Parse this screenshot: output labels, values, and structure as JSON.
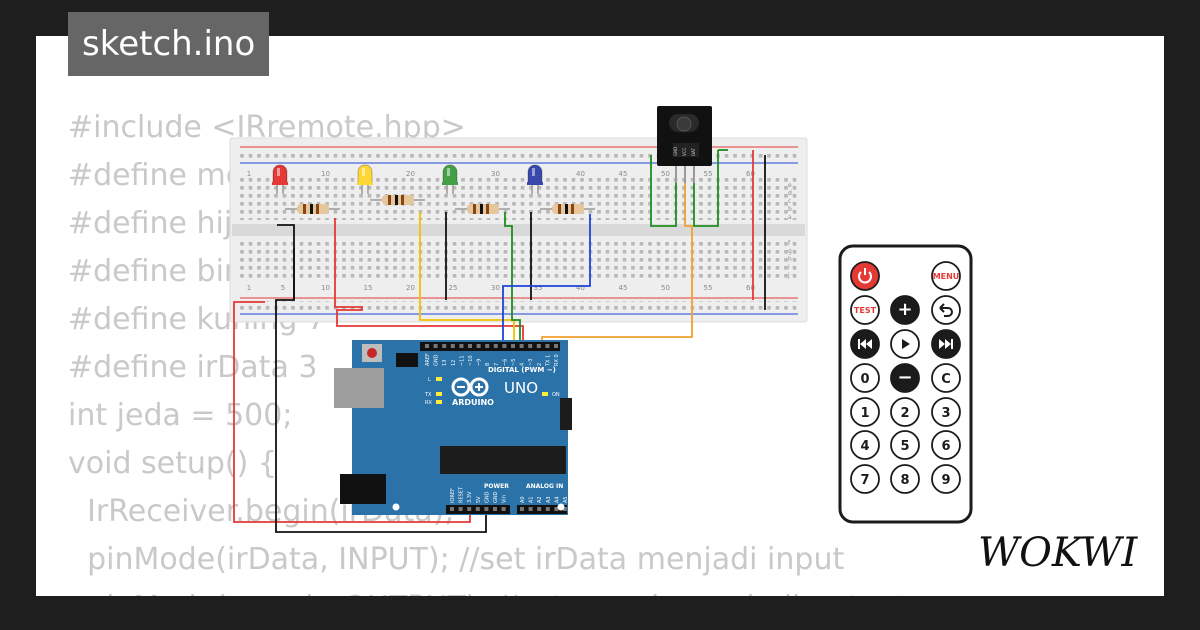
{
  "project": {
    "filename": "sketch.ino",
    "brand": "WOKWI",
    "code_lines": [
      "#include <IRremote.hpp>",
      "#define merah 4",
      "#define hijau 5",
      "#define biru 6",
      "#define kuning 7",
      "#define irData 3",
      "int jeda = 500;",
      "void setup() {",
      "  IrReceiver.begin(irData);",
      "  pinMode(irData, INPUT); //set irData menjadi input",
      "  pinMode(merah, OUTPUT); //set merah menjadi output"
    ]
  },
  "breadboard": {
    "column_numbers": [
      "1",
      "5",
      "10",
      "15",
      "20",
      "25",
      "30",
      "35",
      "40",
      "45",
      "50",
      "55",
      "60"
    ],
    "row_letters_top": [
      "a",
      "b",
      "c",
      "d",
      "e"
    ],
    "row_letters_bottom": [
      "f",
      "g",
      "h",
      "i",
      "j"
    ]
  },
  "leds": [
    {
      "color": "red",
      "fill": "#e53935"
    },
    {
      "color": "yellow",
      "fill": "#fdd835"
    },
    {
      "color": "green",
      "fill": "#43a047"
    },
    {
      "color": "blue",
      "fill": "#3949ab"
    }
  ],
  "arduino": {
    "model": "UNO",
    "brand": "ARDUINO",
    "header_digital": "DIGITAL (PWM ~)",
    "header_power": "POWER",
    "header_analog": "ANALOG IN",
    "labels": {
      "L": "L",
      "TX": "TX",
      "RX": "RX",
      "ON": "ON"
    },
    "top_pins": [
      "AREF",
      "GND",
      "13",
      "12",
      "~11",
      "~10",
      "~9",
      "8",
      "7",
      "~6",
      "~5",
      "4",
      "~3",
      "2",
      "TX 1",
      "RX 0"
    ],
    "power_pins": [
      "IOREF",
      "RESET",
      "3.3V",
      "5V",
      "GND",
      "GND",
      "Vin"
    ],
    "analog_pins": [
      "A0",
      "A1",
      "A2",
      "A3",
      "A4",
      "A5"
    ]
  },
  "ir_receiver": {
    "pins": [
      "GND",
      "VCC",
      "DAT"
    ]
  },
  "remote": {
    "buttons": [
      {
        "name": "power",
        "label": "",
        "icon": "power-icon"
      },
      {
        "name": "menu",
        "label": "MENU"
      },
      {
        "name": "test",
        "label": "TEST"
      },
      {
        "name": "plus",
        "label": "+"
      },
      {
        "name": "back",
        "label": "",
        "icon": "back-arrow-icon"
      },
      {
        "name": "prev",
        "label": "",
        "icon": "previous-icon"
      },
      {
        "name": "play",
        "label": "",
        "icon": "play-icon"
      },
      {
        "name": "next",
        "label": "",
        "icon": "next-icon"
      },
      {
        "name": "0",
        "label": "0"
      },
      {
        "name": "minus",
        "label": "−"
      },
      {
        "name": "c",
        "label": "C"
      },
      {
        "name": "1",
        "label": "1"
      },
      {
        "name": "2",
        "label": "2"
      },
      {
        "name": "3",
        "label": "3"
      },
      {
        "name": "4",
        "label": "4"
      },
      {
        "name": "5",
        "label": "5"
      },
      {
        "name": "6",
        "label": "6"
      },
      {
        "name": "7",
        "label": "7"
      },
      {
        "name": "8",
        "label": "8"
      },
      {
        "name": "9",
        "label": "9"
      }
    ]
  },
  "colors": {
    "board": "#2a72a8",
    "wire_red": "#e53935",
    "wire_black": "#111111",
    "wire_yellow": "#f2c200",
    "wire_green": "#1e8e1e",
    "wire_blue": "#1e44d8",
    "wire_orange": "#f0a030"
  }
}
